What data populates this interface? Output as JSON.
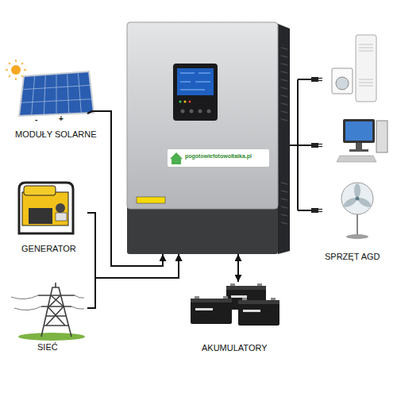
{
  "diagram": {
    "nodes": [
      {
        "text": [
          "MODUŁY SOLARNE"
        ]
      },
      {
        "text": [
          "pogotowiefotowoltaika.pl"
        ]
      },
      {
        "text": [
          "SPRZĘT AGD"
        ]
      },
      {
        "text": [
          "GENERATOR"
        ]
      },
      {
        "text": [
          "SIEĆ"
        ]
      },
      {
        "text": [
          "AKUMULATORY"
        ]
      }
    ],
    "edges": [
      {
        "from": 0,
        "to": 1,
        "arrow": "to"
      },
      {
        "from": 3,
        "to": 1,
        "arrow": "to"
      },
      {
        "from": 4,
        "to": 1,
        "arrow": "to"
      },
      {
        "from": 1,
        "to": 2,
        "arrow": "none"
      },
      {
        "from": 1,
        "to": 5,
        "arrow": "both"
      }
    ],
    "labels": [
      "-",
      "+"
    ]
  }
}
